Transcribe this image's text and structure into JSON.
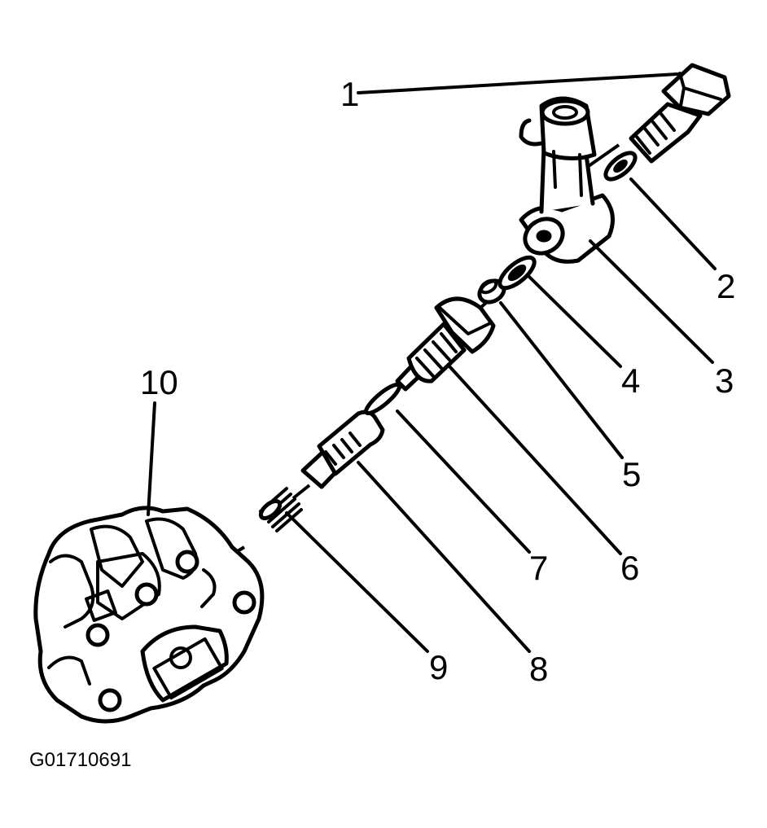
{
  "figure_code": "G01710691",
  "callouts": [
    {
      "id": "1",
      "label": "1"
    },
    {
      "id": "2",
      "label": "2"
    },
    {
      "id": "3",
      "label": "3"
    },
    {
      "id": "4",
      "label": "4"
    },
    {
      "id": "5",
      "label": "5"
    },
    {
      "id": "6",
      "label": "6"
    },
    {
      "id": "7",
      "label": "7"
    },
    {
      "id": "8",
      "label": "8"
    },
    {
      "id": "9",
      "label": "9"
    },
    {
      "id": "10",
      "label": "10"
    }
  ]
}
